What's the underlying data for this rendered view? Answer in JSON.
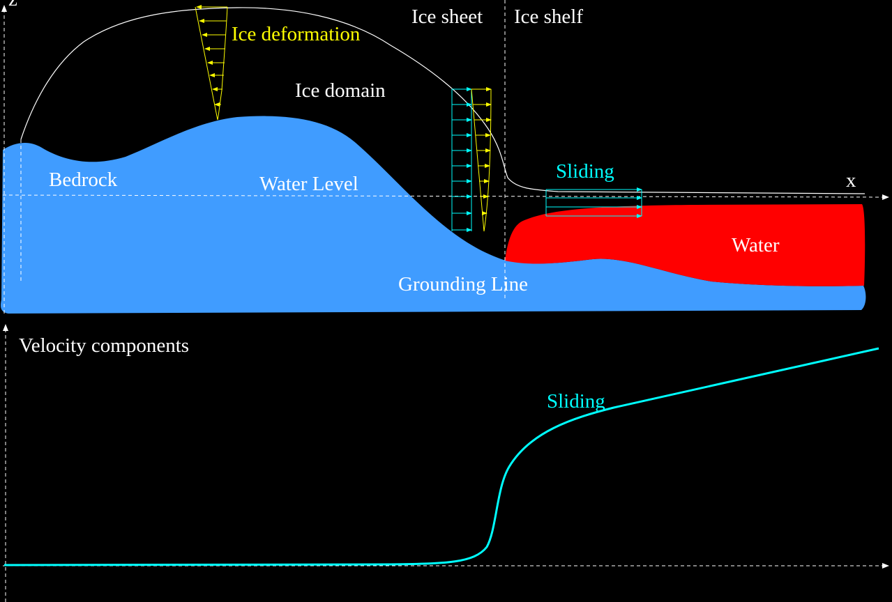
{
  "labels": {
    "axis_z": "z",
    "axis_x": "x",
    "ice_deformation": "Ice deformation",
    "ice_sheet": "Ice sheet",
    "ice_shelf": "Ice shelf",
    "ice_domain": "Ice domain",
    "bedrock": "Bedrock",
    "water_level": "Water Level",
    "sliding_top": "Sliding",
    "water": "Water",
    "grounding_line": "Grounding Line",
    "velocity_components": "Velocity components",
    "sliding_bottom": "Sliding"
  },
  "colors": {
    "background": "#000000",
    "bedrock": "#409cff",
    "water": "#ff0000",
    "ice_outline": "#ffffff",
    "deformation": "#ffff00",
    "sliding": "#00ffff",
    "text": "#ffffff",
    "axes": "#ffffff"
  }
}
